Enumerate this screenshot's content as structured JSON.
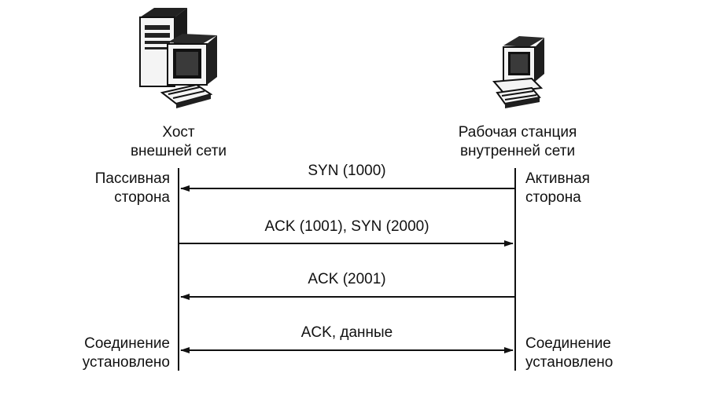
{
  "hosts": {
    "left": {
      "title_line1": "Хост",
      "title_line2": "внешней сети",
      "role_top_line1": "Пассивная",
      "role_top_line2": "сторона",
      "role_bottom_line1": "Соединение",
      "role_bottom_line2": "установлено"
    },
    "right": {
      "title_line1": "Рабочая станция",
      "title_line2": "внутренней сети",
      "role_top_line1": "Активная",
      "role_top_line2": "сторона",
      "role_bottom_line1": "Соединение",
      "role_bottom_line2": "установлено"
    }
  },
  "messages": [
    {
      "label": "SYN (1000)",
      "direction": "right-to-left"
    },
    {
      "label": "ACK (1001), SYN (2000)",
      "direction": "left-to-right"
    },
    {
      "label": "ACK (2001)",
      "direction": "right-to-left"
    },
    {
      "label": "ACK, данные",
      "direction": "both"
    }
  ],
  "icons": {
    "left": "server-with-monitor-icon",
    "right": "desktop-workstation-icon"
  },
  "colors": {
    "ink": "#111111",
    "background": "#ffffff"
  }
}
